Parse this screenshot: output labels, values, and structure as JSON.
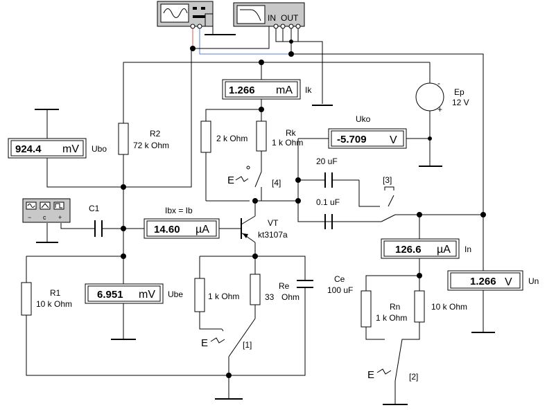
{
  "instruments": {
    "oscilloscope": {
      "icon": "sine-wave-icon"
    },
    "bode_plotter": {
      "in_label": "IN",
      "out_label": "OUT",
      "icon": "lowpass-curve-icon"
    },
    "function_generator": {
      "icon": "waveform-generator-icon",
      "terminals": [
        "−",
        "c",
        "+"
      ]
    }
  },
  "meters": {
    "ik": {
      "value": "1.266",
      "unit": "mA",
      "label": "Ik"
    },
    "ubo": {
      "value": "924.4",
      "unit": "mV",
      "label": "Ubo"
    },
    "uko": {
      "value": "-5.709",
      "unit": "V",
      "label": "Uko"
    },
    "ibx": {
      "value": "14.60",
      "unit": "µA",
      "label": "Ibx = Ib"
    },
    "ube": {
      "value": "6.951",
      "unit": "mV",
      "label": "Ube"
    },
    "in": {
      "value": "126.6",
      "unit": "µA",
      "label": "In"
    },
    "un": {
      "value": "1.266",
      "unit": "V",
      "label": "Un"
    }
  },
  "components": {
    "r2": {
      "name": "R2",
      "value": "72 k Ohm"
    },
    "r_2k": {
      "value": "2 k Ohm"
    },
    "rk": {
      "name": "Rk",
      "value": "1 k Ohm"
    },
    "r1": {
      "name": "R1",
      "value": "10 k Ohm"
    },
    "r_1k_e": {
      "value": "1 k Ohm"
    },
    "re": {
      "name": "Re",
      "value_a": "33",
      "value_b": "Ohm"
    },
    "ce": {
      "name": "Ce",
      "value": "100 uF"
    },
    "rn": {
      "name": "Rn",
      "value": "1 k Ohm"
    },
    "r_10k_n": {
      "value": "10 k Ohm"
    },
    "c1": {
      "name": "C1"
    },
    "c_20u": {
      "value": "20 uF"
    },
    "c_01u": {
      "value": "0.1 uF"
    },
    "vt": {
      "name": "VT",
      "model": "kt3107a"
    },
    "ep": {
      "name": "Ep",
      "value": "12 V",
      "minus": "-",
      "plus": "+"
    }
  },
  "switches": {
    "s1": {
      "key": "E",
      "label": "[1]"
    },
    "s2": {
      "key": "E",
      "label": "[2]"
    },
    "s3": {
      "label": "[3]"
    },
    "s4": {
      "key": "E",
      "label": "[4]"
    }
  },
  "colors": {
    "probe_a": "#e05050",
    "probe_b": "#5080e0",
    "instrument_face": "#c8c8c8"
  }
}
